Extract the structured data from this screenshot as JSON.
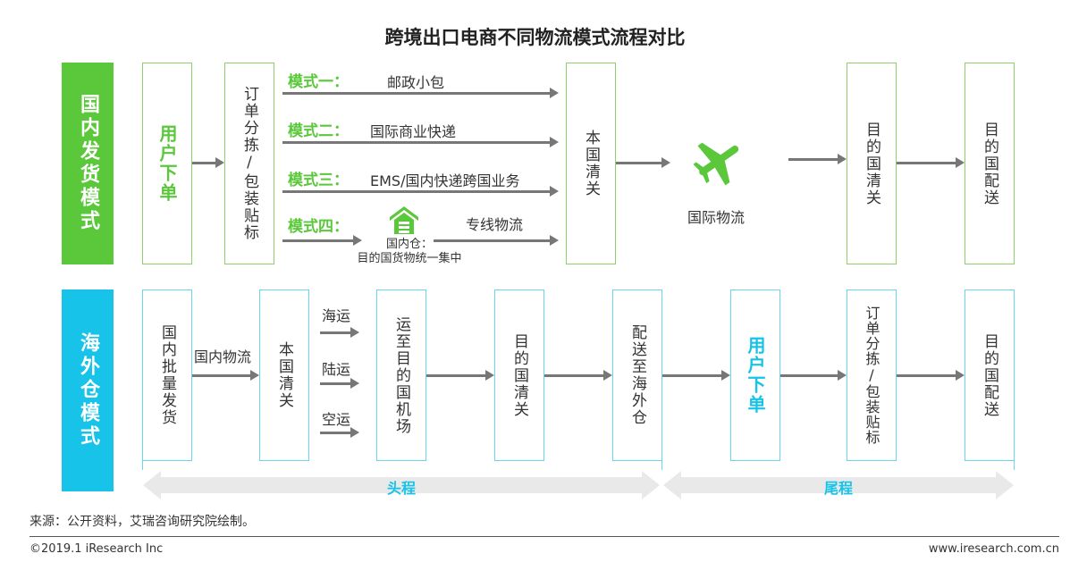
{
  "title": "跨境出口电商不同物流模式流程对比",
  "domestic": {
    "side_label": "国内发货模式",
    "user_order": "用户下单",
    "sort_pack": "订单分拣/包装贴标",
    "modes": [
      {
        "label": "模式一：",
        "desc": "邮政小包"
      },
      {
        "label": "模式二：",
        "desc": "国际商业快递"
      },
      {
        "label": "模式三：",
        "desc": "EMS/国内快递跨国业务"
      },
      {
        "label": "模式四：",
        "desc": "专线物流"
      }
    ],
    "warehouse_note_1": "国内仓：",
    "warehouse_note_2": "目的国货物统一集中",
    "local_customs": "本国清关",
    "intl_logistics": "国际物流",
    "dest_customs": "目的国清关",
    "dest_delivery": "目的国配送"
  },
  "overseas": {
    "side_label": "海外仓模式",
    "bulk_ship": "国内批量发货",
    "domestic_logistics": "国内物流",
    "local_customs": "本国清关",
    "transport": [
      "海运",
      "陆运",
      "空运"
    ],
    "ship_to_airport": "运至目的国机场",
    "dest_customs": "目的国清关",
    "deliver_to_warehouse": "配送至海外仓",
    "user_order": "用户下单",
    "sort_pack": "订单分拣/包装贴标",
    "dest_delivery": "目的国配送",
    "head_leg": "头程",
    "tail_leg": "尾程"
  },
  "source": "来源：公开资料，艾瑞咨询研究院绘制。",
  "copyright": "©2019.1 iResearch Inc",
  "website": "www.iresearch.com.cn",
  "colors": {
    "green": "#5ac83a",
    "blue": "#17c3e8",
    "arrow": "#777777",
    "bigarrow": "#e9e9e9"
  },
  "icons": {
    "plane": "airplane-icon",
    "warehouse": "warehouse-icon"
  }
}
